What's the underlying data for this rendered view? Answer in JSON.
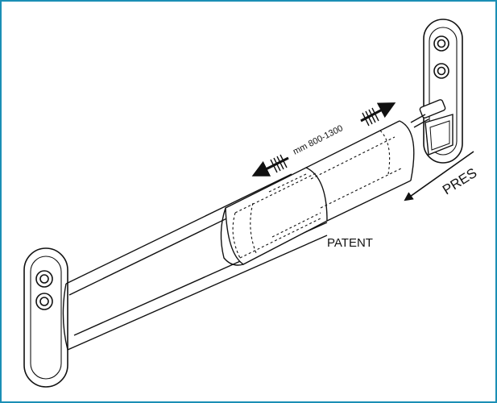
{
  "diagram": {
    "range_label": "mm 800-1300",
    "patent_label": "PATENT",
    "press_label": "PRES"
  },
  "colors": {
    "frame_border": "#1b8fb5",
    "line": "#111111",
    "background": "#ffffff"
  }
}
